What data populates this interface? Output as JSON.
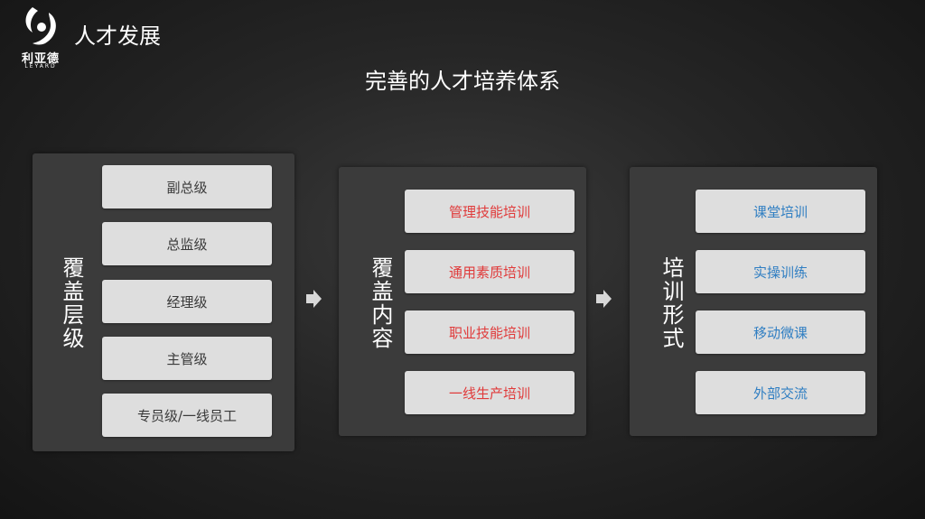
{
  "header": {
    "logo_cn": "利亚德",
    "logo_en": "LEYARD",
    "section_title": "人才发展"
  },
  "main_title": "完善的人才培养体系",
  "columns": [
    {
      "label": "覆盖层级",
      "items": [
        "副总级",
        "总监级",
        "经理级",
        "主管级",
        "专员级/一线员工"
      ]
    },
    {
      "label": "覆盖内容",
      "items": [
        "管理技能培训",
        "通用素质培训",
        "职业技能培训",
        "一线生产培训"
      ]
    },
    {
      "label": "培训形式",
      "items": [
        "课堂培训",
        "实操训练",
        "移动微课",
        "外部交流"
      ]
    }
  ],
  "colors": {
    "panel": "#3b3b3b",
    "item_bg": "#dedede",
    "levels_text": "#3a3a3a",
    "content_text": "#e03a3a",
    "format_text": "#2f7ec2",
    "arrow": "#d8d8d8"
  },
  "icons": [
    "logo-mark-icon",
    "arrow-right-icon"
  ]
}
